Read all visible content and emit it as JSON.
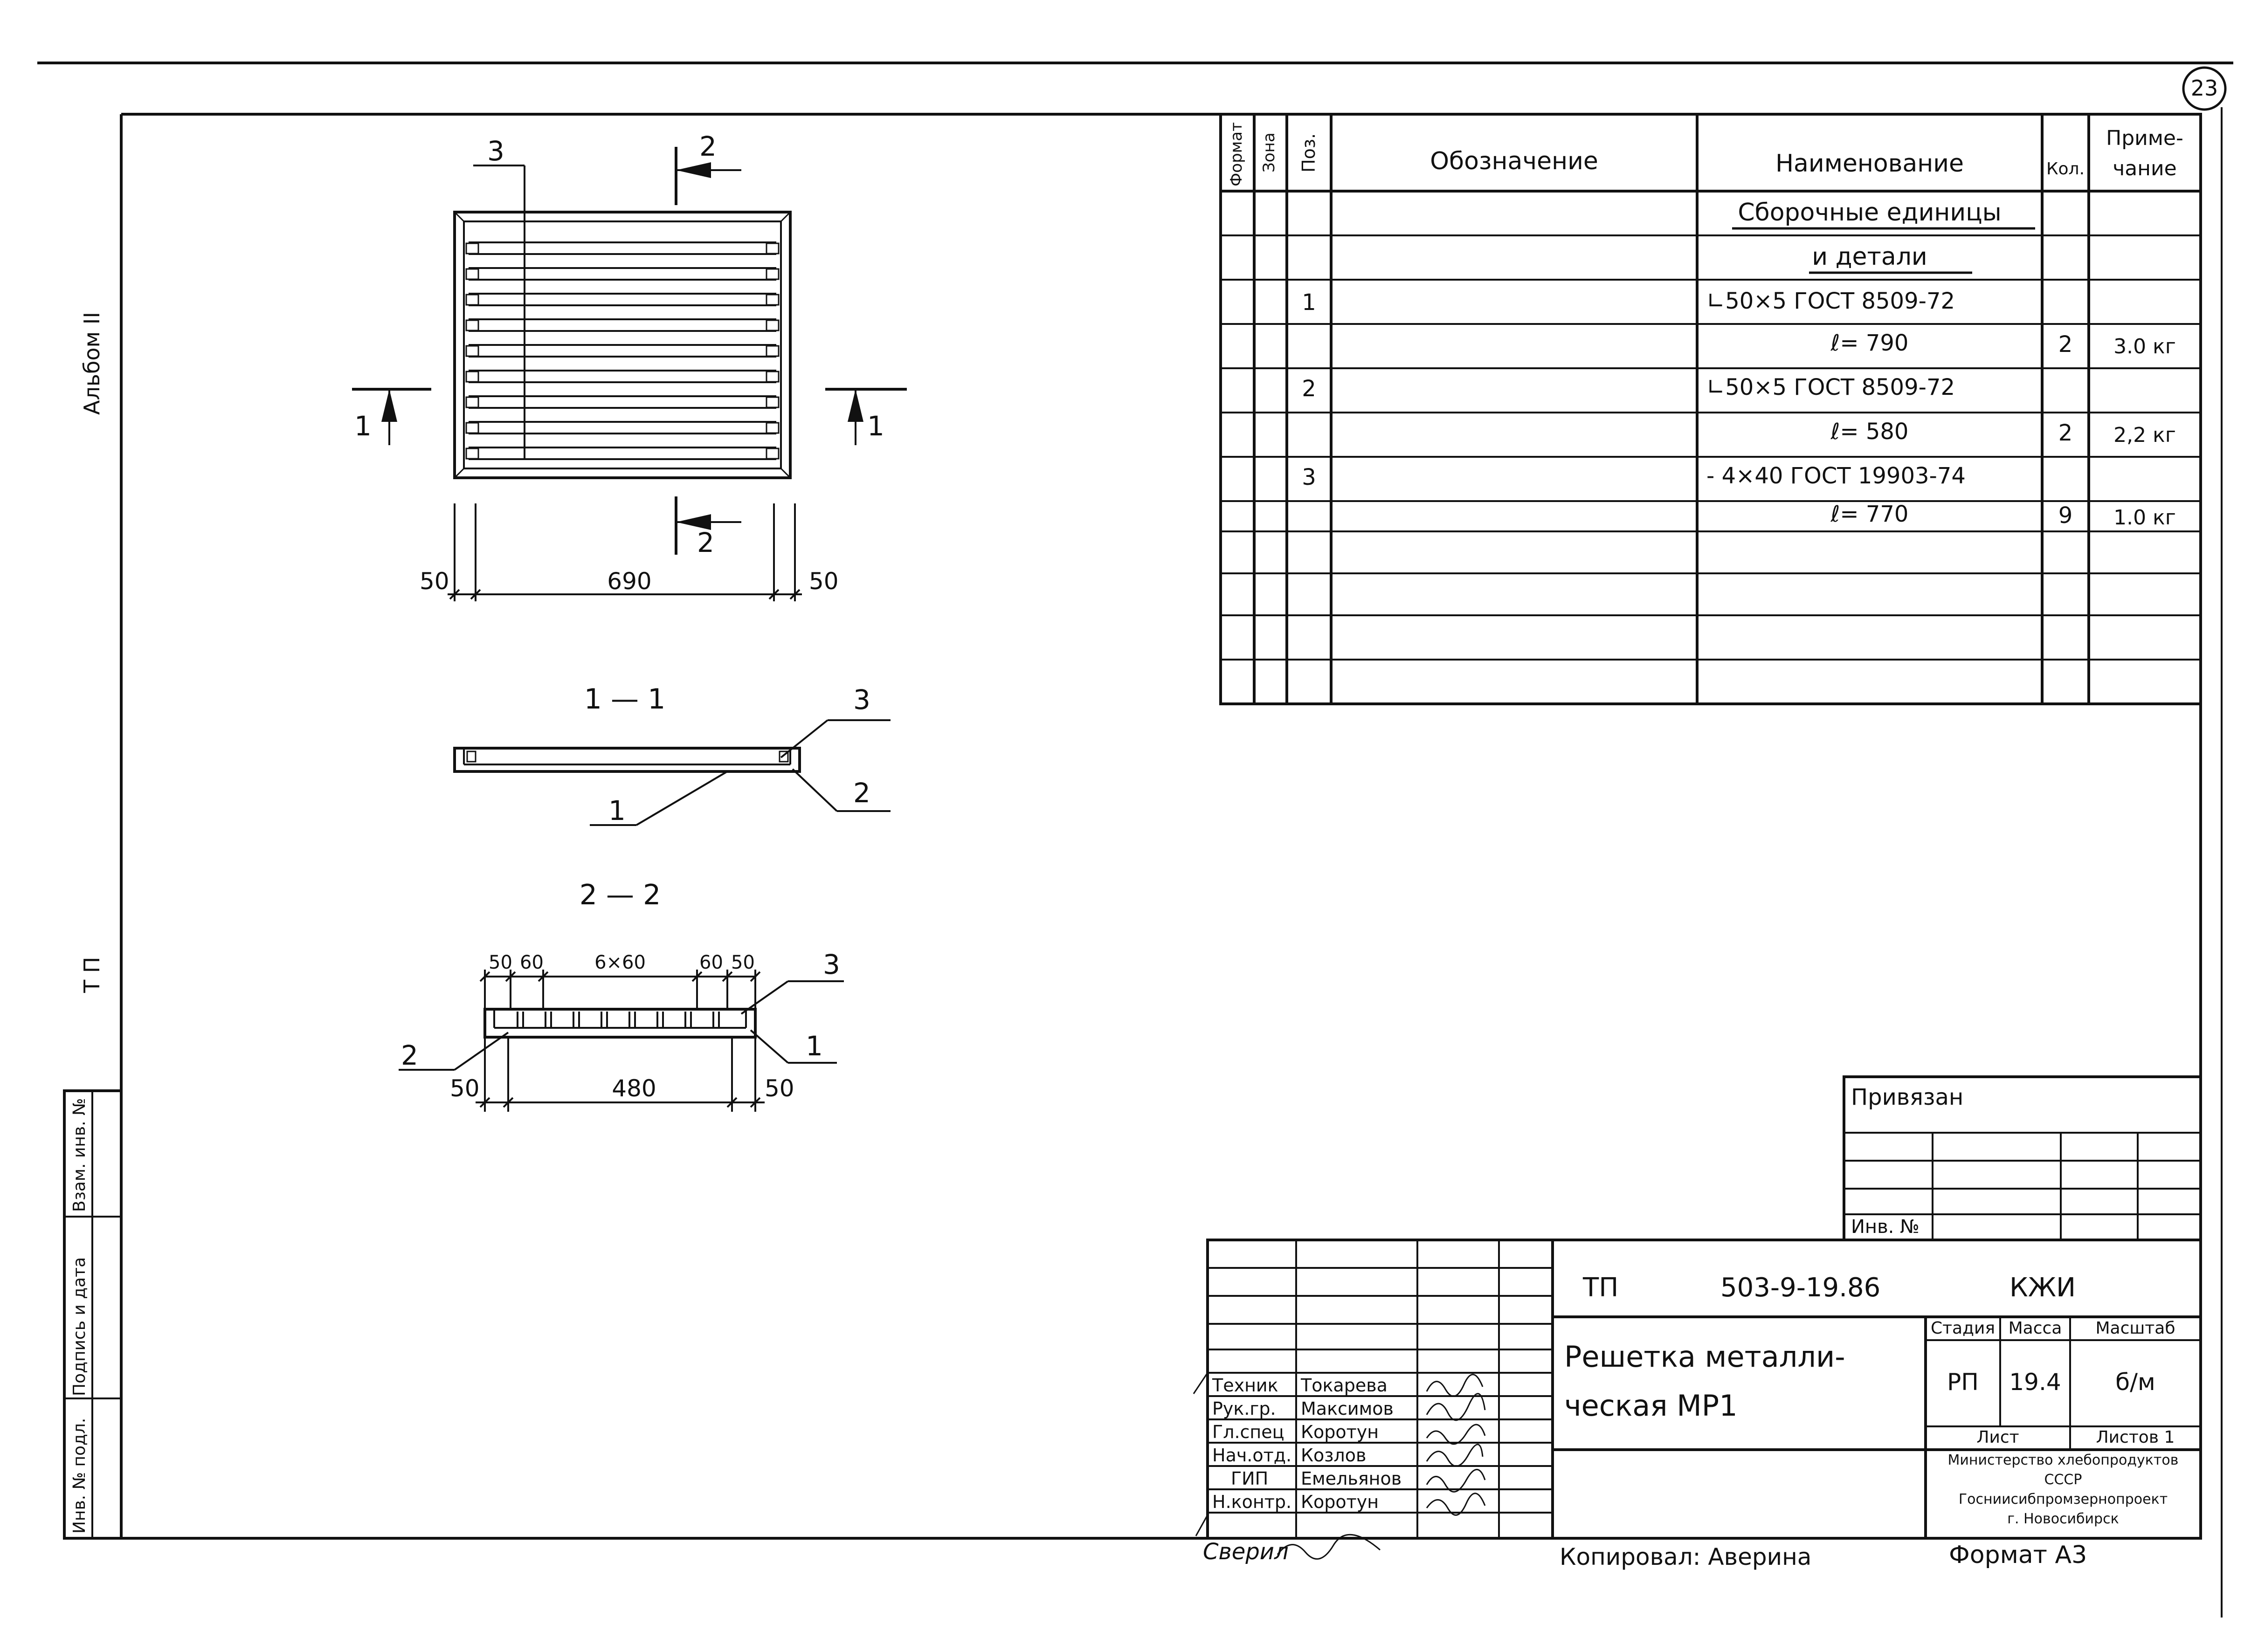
{
  "sheet": {
    "number": "23"
  },
  "margin": {
    "album": "Альбом II",
    "tp": "Т П",
    "stamps": [
      "Инв. № подл.",
      "Подпись и дата",
      "Взам. инв. №"
    ]
  },
  "spec_table": {
    "headers": {
      "format": "Формат",
      "zone": "Зона",
      "pos": "Поз.",
      "designation": "Обозначение",
      "name": "Наименование",
      "qty": "Кол.",
      "note_1": "Приме-",
      "note_2": "чание"
    },
    "section_1": "Сборочные единицы",
    "section_2": "и детали",
    "rows": [
      {
        "pos": "1",
        "name": "∟50×5  ГОСТ 8509-72",
        "qty": "",
        "note": ""
      },
      {
        "pos": "",
        "name": "ℓ= 790",
        "qty": "2",
        "note": "3.0 кг"
      },
      {
        "pos": "2",
        "name": "∟50×5  ГОСТ 8509-72",
        "qty": "",
        "note": ""
      },
      {
        "pos": "",
        "name": "ℓ= 580",
        "qty": "2",
        "note": "2,2 кг"
      },
      {
        "pos": "3",
        "name": "- 4×40  ГОСТ 19903-74",
        "qty": "",
        "note": ""
      },
      {
        "pos": "",
        "name": "ℓ= 770",
        "qty": "9",
        "note": "1.0 кг"
      }
    ]
  },
  "drawing": {
    "plan": {
      "callout": "3",
      "section_mark_a": "2",
      "section_mark_b": "2",
      "section_1_left": "1",
      "section_1_right": "1",
      "dim_left": "50",
      "dim_mid": "690",
      "dim_right": "50"
    },
    "section_1": {
      "title": "1 — 1",
      "callout_top": "3",
      "callout_bottom": "1",
      "callout_right": "2"
    },
    "section_2": {
      "title": "2 — 2",
      "dim_top": [
        "50",
        "60",
        "6×60",
        "60",
        "50"
      ],
      "callout_left": "2",
      "callout_top": "3",
      "callout_right": "1",
      "dim_left": "50",
      "dim_mid": "480",
      "dim_right": "50"
    }
  },
  "privyazan": {
    "title": "Привязан",
    "inv": "Инв. №"
  },
  "title_block": {
    "code_prefix": "ТП",
    "code": "503-9-19.86",
    "mark": "КЖИ",
    "name_1": "Решетка металли-",
    "name_2": "ческая  МР1",
    "stage_label": "Стадия",
    "mass_label": "Масса",
    "scale_label": "Масштаб",
    "stage": "РП",
    "mass": "19.4",
    "scale": "б/м",
    "sheet_label": "Лист",
    "sheets_label": "Листов 1",
    "org_1": "Министерство хлебопродуктов",
    "org_2": "СССР",
    "org_3": "Госниисибпромзернопроект",
    "org_4": "г. Новосибирск",
    "staff": [
      {
        "role": "Техник",
        "name": "Токарева"
      },
      {
        "role": "Рук.гр.",
        "name": "Максимов"
      },
      {
        "role": "Гл.спец",
        "name": "Коротун"
      },
      {
        "role": "Нач.отд.",
        "name": "Козлов"
      },
      {
        "role": "ГИП",
        "name": "Емельянов"
      },
      {
        "role": "Н.контр.",
        "name": "Коротун"
      }
    ]
  },
  "footer": {
    "checked": "Сверил",
    "copied": "Копировал: Аверина",
    "format": "Формат А3"
  }
}
